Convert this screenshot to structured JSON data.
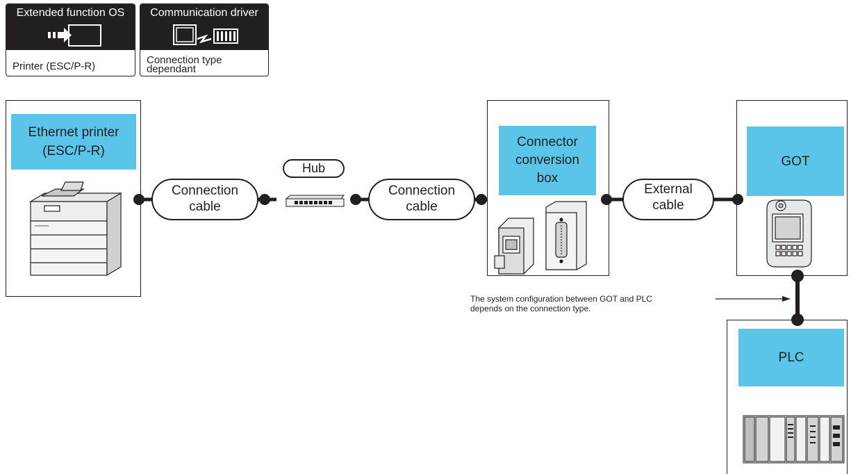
{
  "header": {
    "os_box": {
      "title": "Extended function OS",
      "subtitle": "Printer (ESC/P-R)",
      "icon": "install-arrow-icon"
    },
    "driver_box": {
      "title": "Communication driver",
      "subtitle_line1": "Connection type",
      "subtitle_line2": "dependant",
      "icon": "communication-icon"
    }
  },
  "devices": {
    "printer": {
      "label_line1": "Ethernet printer",
      "label_line2": "(ESC/P-R)",
      "icon": "printer-icon"
    },
    "hub": {
      "label": "Hub",
      "icon": "hub-icon"
    },
    "converter": {
      "label_line1": "Connector",
      "label_line2": "conversion",
      "label_line3": "box",
      "icon": "connector-box-icon"
    },
    "got": {
      "label": "GOT",
      "icon": "got-terminal-icon"
    },
    "plc": {
      "label": "PLC",
      "icon": "plc-rack-icon"
    }
  },
  "cables": {
    "cable1": {
      "line1": "Connection",
      "line2": "cable"
    },
    "cable2": {
      "line1": "Connection",
      "line2": "cable"
    },
    "cable3": {
      "line1": "External",
      "line2": "cable"
    }
  },
  "note": {
    "line1": "The system configuration between GOT and PLC",
    "line2": "depends on the connection type."
  },
  "colors": {
    "label_fill": "#5bc5e9",
    "line": "#231f20",
    "header_bg": "#231f20"
  }
}
